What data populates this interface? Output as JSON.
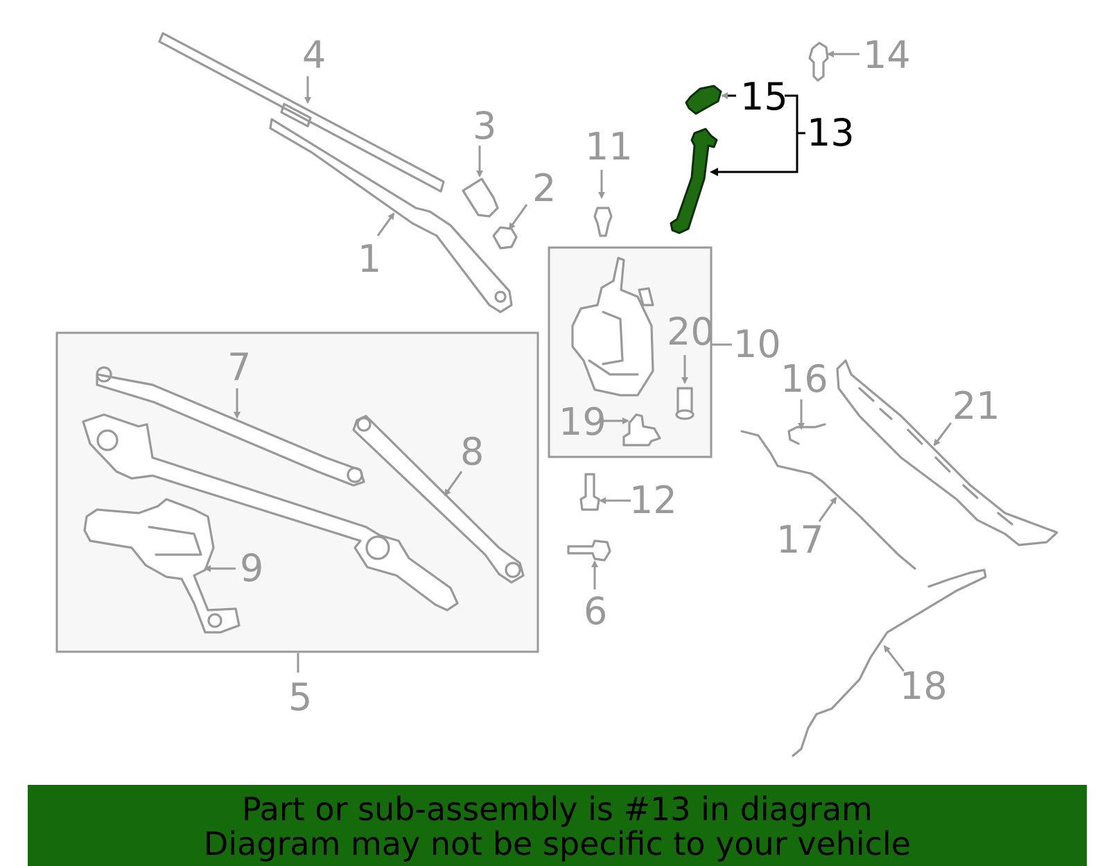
{
  "highlight": {
    "part_number": "13",
    "color": "#1e6b12"
  },
  "callouts": {
    "c1": "1",
    "c2": "2",
    "c3": "3",
    "c4": "4",
    "c5": "5",
    "c6": "6",
    "c7": "7",
    "c8": "8",
    "c9": "9",
    "c10": "10",
    "c11": "11",
    "c12": "12",
    "c13": "13",
    "c14": "14",
    "c15": "15",
    "c16": "16",
    "c17": "17",
    "c18": "18",
    "c19": "19",
    "c20": "20",
    "c21": "21"
  },
  "banner": {
    "line1": "Part or sub-assembly is #13 in diagram",
    "line2": "Diagram may not be specific to your vehicle",
    "background": "#156b0c"
  }
}
